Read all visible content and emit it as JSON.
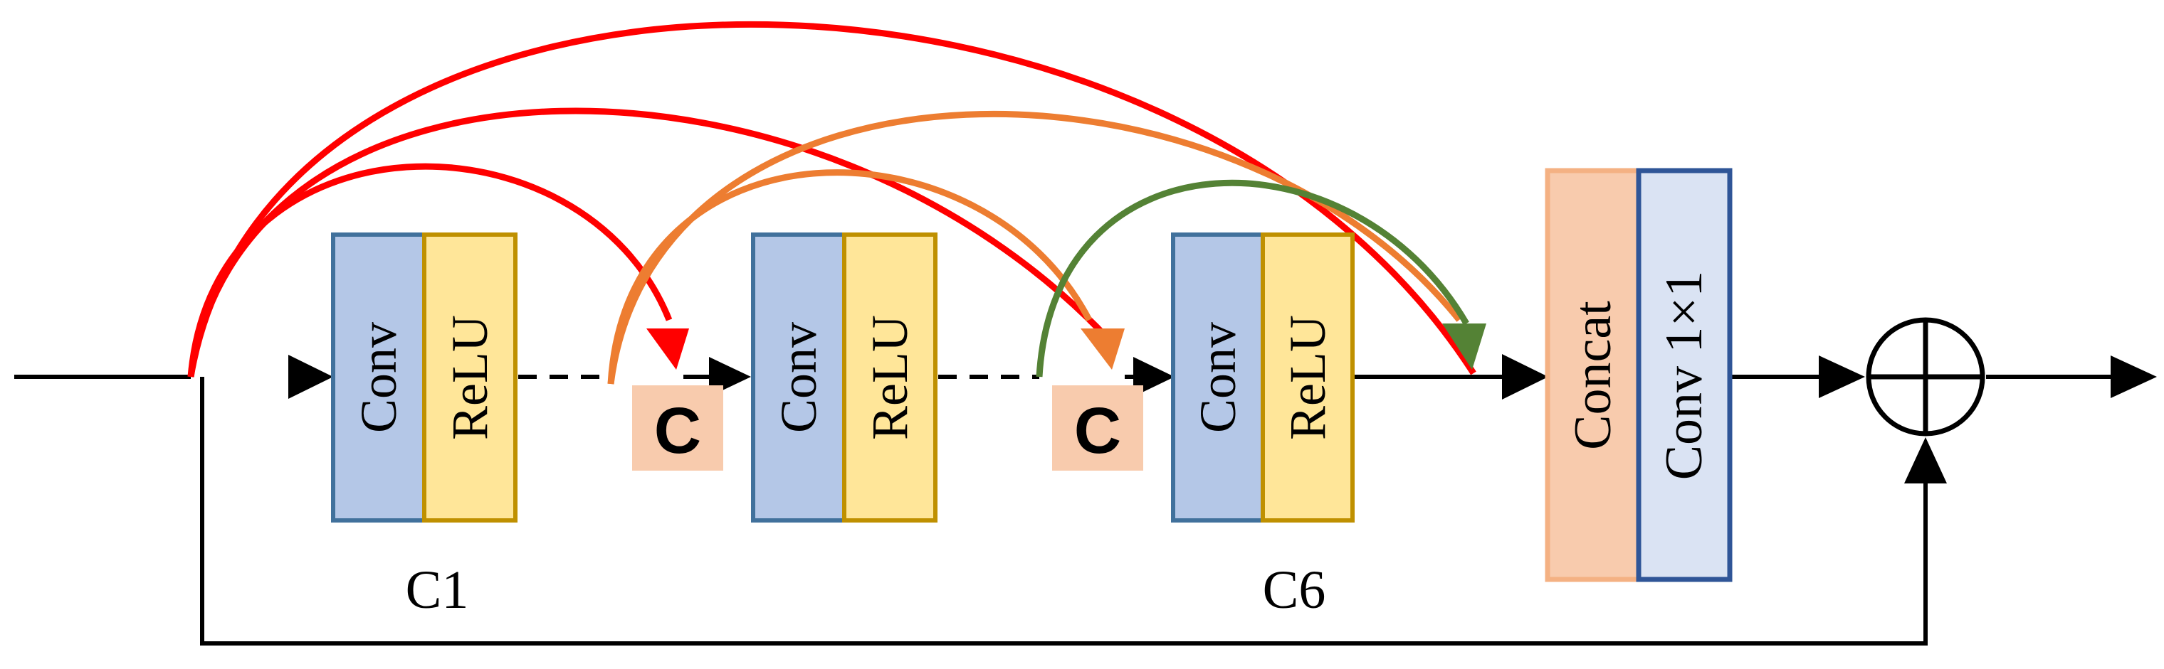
{
  "blocks": [
    {
      "conv_label": "Conv",
      "act_label": "ReLU"
    },
    {
      "conv_label": "Conv",
      "act_label": "ReLU"
    },
    {
      "conv_label": "Conv",
      "act_label": "ReLU"
    }
  ],
  "block_captions": {
    "first": "C1",
    "last": "C6"
  },
  "concat_tokens": [
    "C",
    "C"
  ],
  "fusion": {
    "concat_label": "Concat",
    "conv_label": "Conv 1×1"
  },
  "colors": {
    "conv_fill": "#b4c7e7",
    "conv_stroke": "#41719c",
    "relu_fill": "#ffe699",
    "relu_stroke": "#bf9000",
    "concat_token_fill": "#f8cbad",
    "concat_fill": "#f8cbad",
    "concat_stroke": "#f4b183",
    "conv1x1_fill": "#dae3f3",
    "conv1x1_stroke": "#2f5597",
    "arc_red": "#ff0000",
    "arc_orange": "#ed7d31",
    "arc_green": "#548235",
    "line": "#000000"
  }
}
